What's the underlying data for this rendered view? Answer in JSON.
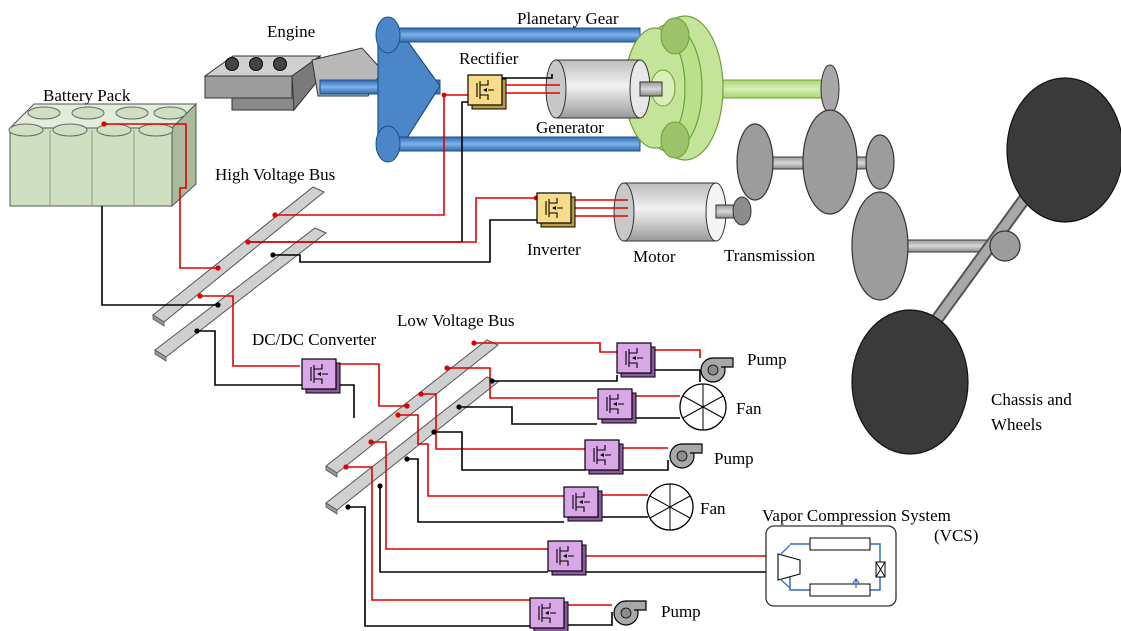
{
  "labels": {
    "engine": "Engine",
    "planetary_gear": "Planetary Gear",
    "rectifier": "Rectifier",
    "battery_pack": "Battery Pack",
    "generator": "Generator",
    "high_voltage_bus": "High Voltage Bus",
    "inverter": "Inverter",
    "motor": "Motor",
    "transmission": "Transmission",
    "low_voltage_bus": "Low Voltage Bus",
    "dcdc_converter": "DC/DC Converter",
    "pump_1": "Pump",
    "fan_1": "Fan",
    "pump_2": "Pump",
    "fan_2": "Fan",
    "pump_3": "Pump",
    "chassis_line1": "Chassis and",
    "chassis_line2": "Wheels",
    "vcs_line1": "Vapor Compression System",
    "vcs_line2": "(VCS)"
  },
  "colors": {
    "positive_wire": "#e00000",
    "negative_wire": "#000000",
    "high_power_switch": "#f7dc8a",
    "low_power_switch": "#d9a6e8",
    "engine_frame": "#4a86c8",
    "ring_gear": "#b9e08a",
    "battery": "#cfdfc2",
    "wheel": "#3a3a3a",
    "refrigerant_loop": "#2e6fbf"
  }
}
